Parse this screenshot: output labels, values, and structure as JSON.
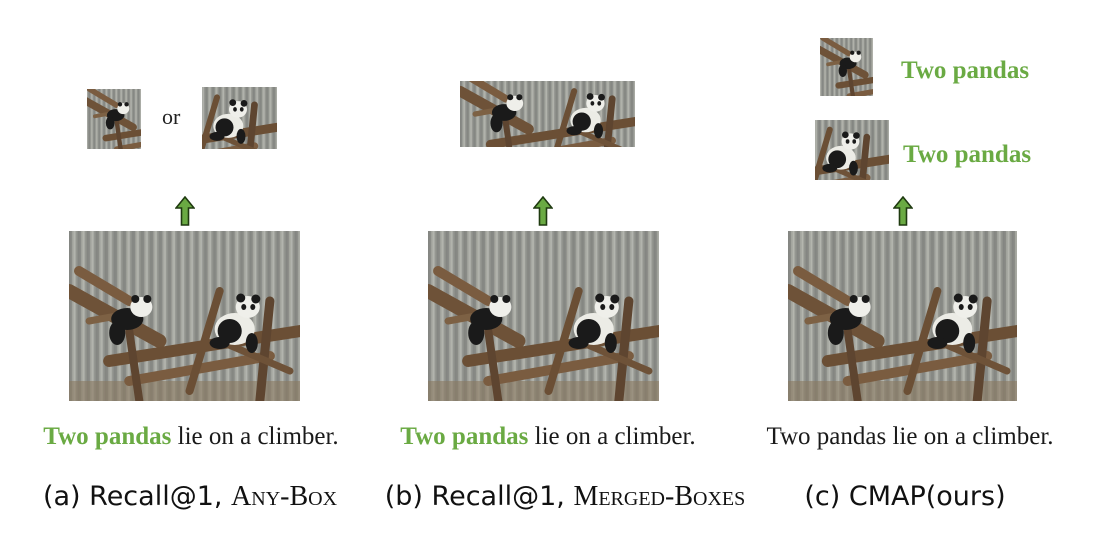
{
  "panels": [
    {
      "caption_highlight": "Two pandas",
      "caption_rest": " lie on a climber.",
      "label_prefix": "(a) Recall@1, ",
      "label_method": "Any-Box",
      "or_text": "or"
    },
    {
      "caption_highlight": "Two pandas",
      "caption_rest": " lie on a climber.",
      "label_prefix": "(b) Recall@1, ",
      "label_method": "Merged-Boxes"
    },
    {
      "caption_plain": "Two pandas lie on a climber.",
      "label": "(c) CMAP(ours)",
      "crop_labels": [
        "Two pandas",
        "Two pandas"
      ]
    }
  ],
  "colors": {
    "highlight": "#6aaa43",
    "arrow_fill": "#6aaa43",
    "arrow_stroke": "#1f3a10"
  }
}
